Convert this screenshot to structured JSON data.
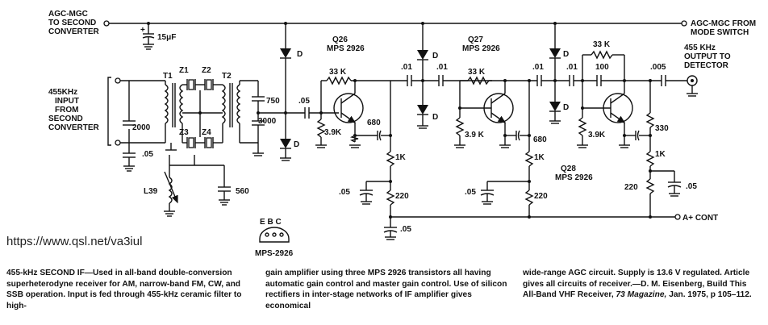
{
  "labels": {
    "agc_left": [
      "AGC-MGC",
      "TO SECOND",
      "CONVERTER"
    ],
    "agc_right": [
      "AGC-MGC FROM",
      "MODE SWITCH"
    ],
    "input": [
      "455KHz",
      "INPUT",
      "FROM",
      "SECOND",
      "CONVERTER"
    ],
    "output": [
      "455 KHz",
      "OUTPUT TO",
      "DETECTOR"
    ],
    "a_plus": "A+ CONT",
    "pinout": "E B C",
    "pinout_part": "MPS-2926"
  },
  "components": {
    "c_agc": "15μF",
    "t1": "T1",
    "t2": "T2",
    "z1": "Z1",
    "z2": "Z2",
    "z3": "Z3",
    "z4": "Z4",
    "c2000": "2000",
    "c05_in": ".05",
    "l39": "L39",
    "c560": "560",
    "c750": "750",
    "c3000": "3000",
    "d": "D",
    "c05_a": ".05",
    "q26": "Q26",
    "q26_part": "MPS 2926",
    "r33k_1": "33 K",
    "r39k_1": "3.9K",
    "c680_1": "680",
    "r1k_1": "1K",
    "r220_1": "220",
    "c05_1": ".05",
    "c05_2": ".05",
    "c01_1": ".01",
    "c01_2": ".01",
    "q27": "Q27",
    "q27_part": "MPS 2926",
    "r33k_2": "33 K",
    "r39k_2": "3.9 K",
    "c680_2": "680",
    "r1k_2": "1K",
    "r220_2": "220",
    "c05_3": ".05",
    "c01_3": ".01",
    "c01_4": ".01",
    "q28": "Q28",
    "q28_part": "MPS 2926",
    "r33k_3": "33 K",
    "c100": "100",
    "c005": ".005",
    "r39k_3": "3.9K",
    "r330": "330",
    "r1k_3": "1K",
    "r220_3": "220",
    "c05_4": ".05"
  },
  "source": "https://www.qsl.net/va3iul",
  "caption": {
    "col1": "455-kHz SECOND IF—Used in all-band double-conversion superheterodyne receiver for AM, narrow-band FM, CW, and SSB operation. Input is fed through 455-kHz ceramic filter to high-",
    "col2": "gain amplifier using three MPS 2926 transistors all having automatic gain control and master gain control. Use of silicon rectifiers in inter-stage networks of IF amplifier gives economical",
    "col3_a": "wide-range AGC circuit. Supply is 13.6 V regulated. Article gives all circuits of receiver.—D. M. Eisenberg, Build This All-Band VHF Receiver, ",
    "col3_mag": "73 Magazine,",
    "col3_b": " Jan. 1975, p 105–112."
  }
}
